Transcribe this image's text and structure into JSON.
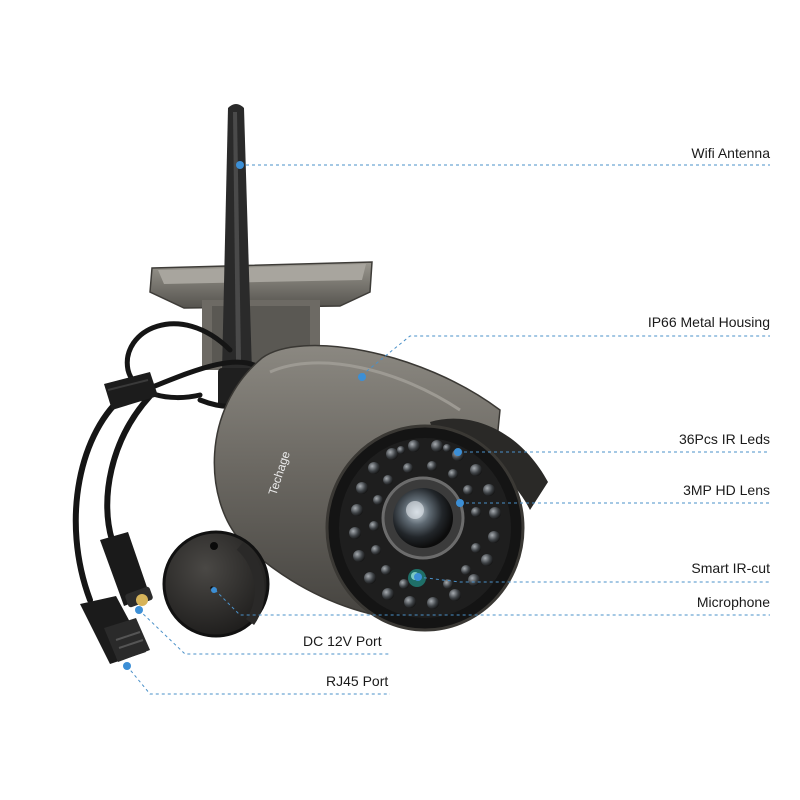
{
  "brand": {
    "logo_text": "Techage"
  },
  "callouts": {
    "wifi_antenna": "Wifi Antenna",
    "metal_housing": "IP66 Metal Housing",
    "ir_leds": "36Pcs IR Leds",
    "hd_lens": "3MP HD Lens",
    "ir_cut": "Smart IR-cut",
    "microphone": "Microphone",
    "dc_port": "DC 12V Port",
    "rj45_port": "RJ45 Port"
  },
  "colors": {
    "housing": "#6b6862",
    "housing_dark": "#3f3d39",
    "face": "#1c1c1c",
    "cable": "#151515",
    "leader_line": "#4a90c8",
    "dot": "#3c8fd6",
    "text": "#1a1a1a"
  }
}
